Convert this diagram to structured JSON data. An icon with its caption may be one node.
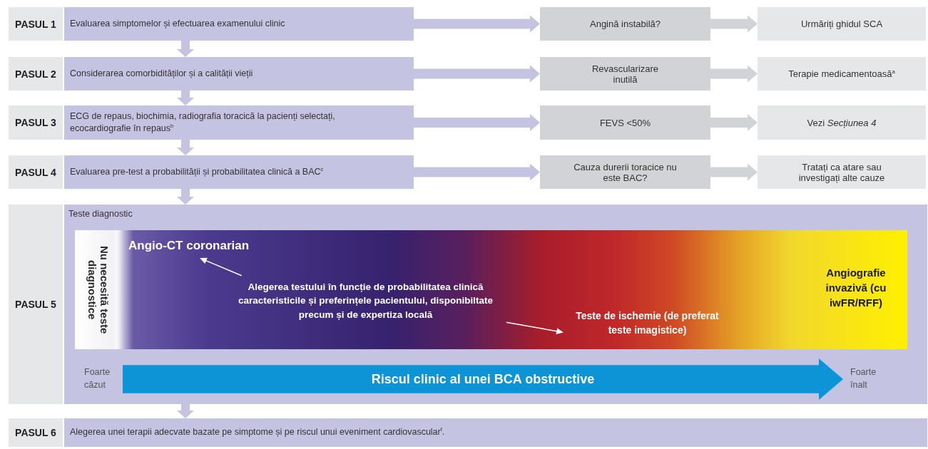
{
  "diagram": {
    "nodes": [
      {
        "text": [
          "PASUL 1"
        ]
      },
      {
        "text": [
          "Evaluarea simptomelor și efectuarea examenului clinic"
        ]
      },
      {
        "text": [
          "Angină instabilă?"
        ]
      },
      {
        "text": [
          "Urmăriți ghidul SCA"
        ]
      },
      {
        "text": [
          "PASUL 2"
        ]
      },
      {
        "text": [
          "Considerarea comorbidităților și a calității vieții"
        ]
      },
      {
        "text": [
          "Revascularizare inutilă"
        ]
      },
      {
        "text": [
          "Terapie medicamentoasă$^{a}$"
        ]
      },
      {
        "text": [
          "PASUL 3"
        ]
      },
      {
        "text": [
          "ECG de repaus, biochimia, radiografia toracică la pacienți selectați, ecocardiografie în repaus$^{b}$"
        ]
      },
      {
        "text": [
          "FEVS <50%"
        ]
      },
      {
        "text": [
          "Vezi *Secțiunea 4*"
        ]
      },
      {
        "text": [
          "PASUL 4"
        ]
      },
      {
        "text": [
          "Evaluarea pre-test a probabilității și probabilitatea clinică a BAC$^{c}$"
        ]
      },
      {
        "text": [
          "Cauza durerii toracice nu este BAC?"
        ]
      },
      {
        "text": [
          "Tratați ca atare sau investigați alte cauze"
        ]
      },
      {
        "text": [
          "PASUL 5"
        ]
      },
      {
        "text": [
          "Teste diagnostic"
        ]
      },
      {
        "text": [],
        "shape": "bar",
        "in": 17
      },
      {
        "text": [
          "Nu necesită teste diagnostice"
        ],
        "in": 18
      },
      {
        "text": [
          "Angio-CT coronarian"
        ],
        "in": 18
      },
      {
        "text": [
          "Alegerea testului în funcție de probabilitatea clinică caracteristicile și preferințele pacientului, disponibiltate precum și de expertiza locală"
        ],
        "in": 18
      },
      {
        "text": [
          "Teste de ischemie (de preferat teste imagistice)"
        ],
        "in": 18
      },
      {
        "text": [
          "Angiografie invazivă (cu iwFR/RFF)"
        ],
        "in": 18
      },
      {
        "text": [
          "PASUL 6"
        ]
      },
      {
        "text": [
          "Alegerea unei terapii adecvate bazate pe simptome și pe riscul unui eveniment cardiovascular$^{f}$."
        ]
      }
    ],
    "edges": [
      {
        "from": 1,
        "to": 2,
        "arrow": "to"
      },
      {
        "from": 2,
        "to": 3,
        "arrow": "to",
        "color": "#d1d3d6"
      },
      {
        "from": 5,
        "to": 6,
        "arrow": "to"
      },
      {
        "from": 6,
        "to": 7,
        "arrow": "to",
        "color": "#d1d3d6"
      },
      {
        "from": 9,
        "to": 10,
        "arrow": "to"
      },
      {
        "from": 10,
        "to": 11,
        "arrow": "to",
        "color": "#d1d3d6"
      },
      {
        "from": 13,
        "to": 14,
        "arrow": "to"
      },
      {
        "from": 14,
        "to": 15,
        "arrow": "to",
        "color": "#d1d3d6"
      },
      {
        "from": 1,
        "to": 5,
        "arrow": "to"
      },
      {
        "from": 5,
        "to": 9,
        "arrow": "to"
      },
      {
        "from": 9,
        "to": 13,
        "arrow": "to"
      },
      {
        "from": 13,
        "to": 17,
        "arrow": "to"
      },
      {
        "from": 17,
        "to": 25,
        "arrow": "to"
      },
      {
        "from": 21,
        "to": 20,
        "arrow": "to",
        "color": "#ffffff"
      },
      {
        "from": 21,
        "to": 22,
        "arrow": "to",
        "color": "#ffffff"
      }
    ],
    "labels": [
      "Foarte căzut",
      "Riscul clinic al unei BCA obstructive",
      "Foarte înalt"
    ]
  }
}
